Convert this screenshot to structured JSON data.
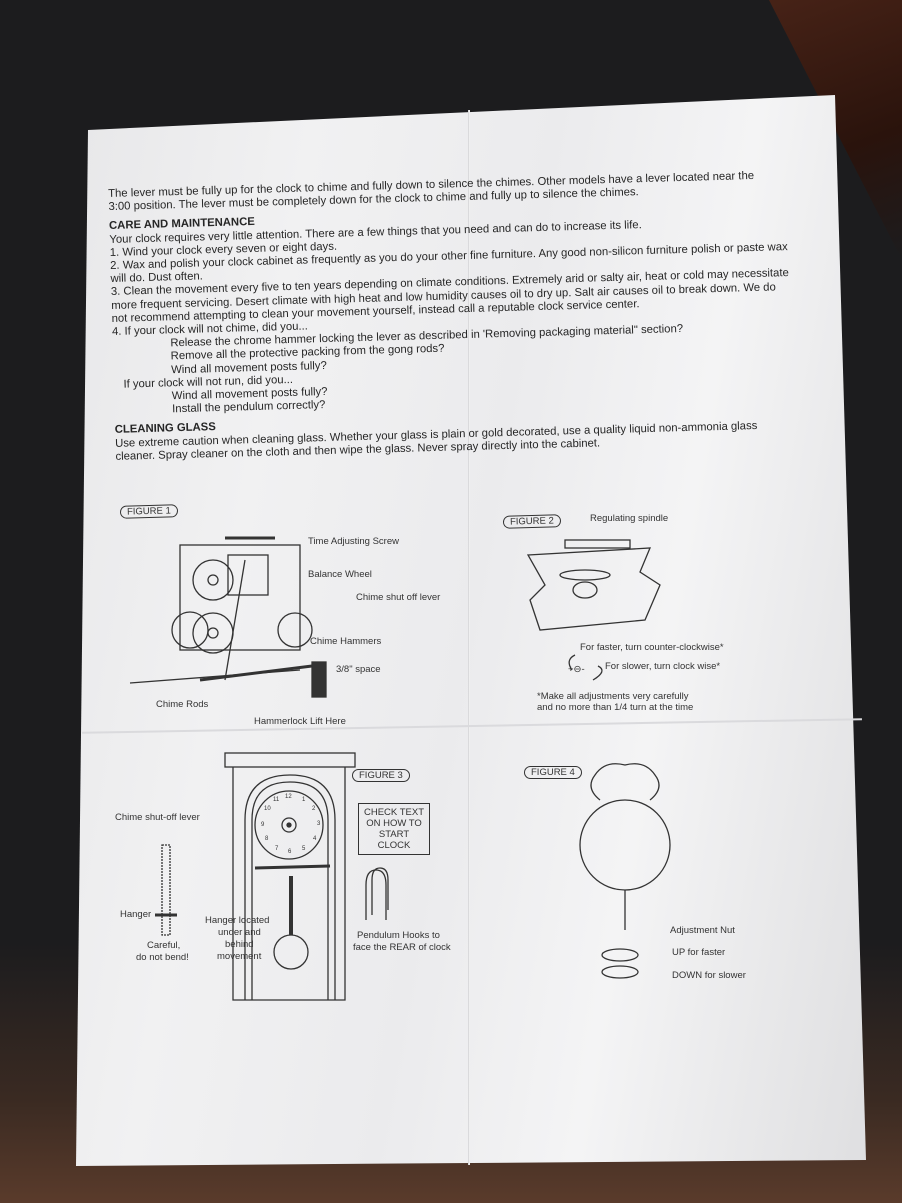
{
  "intro": [
    "The lever must be fully up for the clock to chime and fully down to silence the chimes.  Other models have a lever located near the",
    "3:00 position.  The lever must be completely down for the clock to chime and fully up to silence the chimes."
  ],
  "care": {
    "heading": "CARE AND MAINTENANCE",
    "lines": [
      "Your clock requires very little attention. There are a few things that you need and can do to increase its life.",
      "1. Wind your clock every seven or eight days.",
      "2. Wax and polish your clock cabinet as frequently as you do your other fine furniture. Any good non-silicon furniture polish or paste wax will do. Dust often.",
      "3. Clean the movement every five to ten years depending on climate conditions. Extremely arid or salty air, heat or cold may necessitate more frequent servicing. Desert climate with high heat and low humidity causes oil to dry up. Salt air causes oil to break down. We do not recommend attempting to clean your movement yourself, instead call a reputable clock service center.",
      "4. If your clock will not chime, did you..."
    ],
    "chime_checks": [
      "Release the chrome hammer locking the lever as described in 'Removing packaging material\" section?",
      "Remove all the protective packing from the gong rods?",
      "Wind all movement posts fully?"
    ],
    "run_question": "If your clock will not run, did you...",
    "run_checks": [
      "Wind all movement posts fully?",
      "Install the pendulum correctly?"
    ]
  },
  "glass": {
    "heading": "CLEANING GLASS",
    "text": "Use extreme caution when cleaning glass. Whether your glass is plain or gold decorated, use a quality liquid non-ammonia glass cleaner. Spray cleaner on the cloth and then wipe the glass.  Never spray directly into the cabinet."
  },
  "figure1": {
    "title": "FIGURE 1",
    "labels": [
      "Time Adjusting Screw",
      "Balance Wheel",
      "Chime shut off lever",
      "Chime Hammers",
      "3/8\" space",
      "Chime Rods",
      "Hammerlock Lift Here"
    ]
  },
  "figure2": {
    "title": "FIGURE 2",
    "labels": [
      "Regulating spindle",
      "For faster, turn counter-clockwise*",
      "For slower, turn clock wise*",
      "+⊖-"
    ],
    "note": [
      "*Make all adjustments very carefully",
      "and no more than 1/4 turn at the time"
    ]
  },
  "figure3": {
    "title": "FIGURE 3",
    "labels": [
      "Chime shut-off lever",
      "Hanger",
      "Careful,",
      "do not bend!",
      "Hanger located",
      "under and",
      "behind",
      "movement",
      "Pendulum Hooks to",
      "face the REAR of clock"
    ],
    "box": [
      "CHECK TEXT",
      "ON HOW TO",
      "START",
      "CLOCK"
    ],
    "dial": [
      "12",
      "1",
      "2",
      "3",
      "4",
      "5",
      "6",
      "7",
      "8",
      "9",
      "10",
      "11"
    ]
  },
  "figure4": {
    "title": "FIGURE 4",
    "labels": [
      "Adjustment Nut",
      "UP for faster",
      "DOWN for slower"
    ]
  }
}
